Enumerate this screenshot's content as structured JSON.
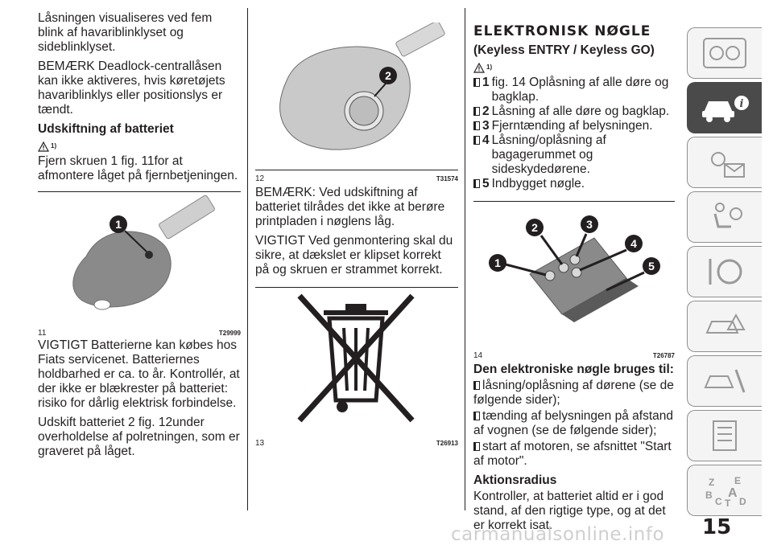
{
  "col1": {
    "intro1": "Låsningen visualiseres ved fem blink af havariblinklyset og sideblinklyset.",
    "intro2": "BEMÆRK Deadlock-centrallåsen kan ikke aktiveres, hvis køretøjets havariblinklys eller positionslys er tændt.",
    "heading": "Udskiftning af batteriet",
    "warn_ref": "1)",
    "para1": "Fjern skruen 1 fig. 11for at afmontere låget på fjernbetjeningen.",
    "fig_num": "11",
    "fig_code": "T29999",
    "fig_callout": "1",
    "para2": "VIGTIGT Batterierne kan købes hos Fiats servicenet. Batteriernes holdbarhed er ca. to år. Kontrollér, at der ikke er blækrester på batteriet: risiko for dårlig elektrisk forbindelse.",
    "para3": "Udskift batteriet 2 fig. 12under overholdelse af polretningen, som er graveret på låget."
  },
  "col2": {
    "fig12_num": "12",
    "fig12_code": "T31574",
    "fig12_callout": "2",
    "para1": "BEMÆRK: Ved udskiftning af batteriet tilrådes det ikke at berøre printpladen i nøglens låg.",
    "para2": "VIGTIGT Ved genmontering skal du sikre, at dækslet er klipset korrekt på og skruen er strammet korrekt.",
    "fig13_num": "13",
    "fig13_code": "T26913"
  },
  "col3": {
    "title": "ELEKTRONISK NØGLE",
    "subtitle": "(Keyless ENTRY / Keyless GO)",
    "warn_ref": "1)",
    "items": [
      {
        "num": "1",
        "text": "fig. 14 Oplåsning af alle døre og bagklap."
      },
      {
        "num": "2",
        "text": "Låsning af alle døre og bagklap."
      },
      {
        "num": "3",
        "text": "Fjerntænding af belysningen."
      },
      {
        "num": "4",
        "text": "Låsning/oplåsning af bagagerummet og sideskydedørene."
      },
      {
        "num": "5",
        "text": "Indbygget nøgle."
      }
    ],
    "fig14_num": "14",
    "fig14_code": "T26787",
    "fig14_callouts": [
      "1",
      "2",
      "3",
      "4",
      "5"
    ],
    "uses_heading": "Den elektroniske nøgle bruges til:",
    "uses": [
      "låsning/oplåsning af dørene (se de følgende sider);",
      "tænding af belysningen på afstand af vognen (se de følgende sider);",
      "start af motoren, se afsnittet \"Start af motor\"."
    ],
    "range_heading": "Aktionsradius",
    "range_text": "Kontroller, at batteriet altid er i god stand, af den rigtige type, og at det er korrekt isat."
  },
  "sidebar": {
    "icons": [
      "car-dashboard-icon",
      "car-info-icon",
      "lights-mail-icon",
      "seat-airbag-icon",
      "steering-key-icon",
      "car-warning-icon",
      "car-service-icon",
      "data-list-icon",
      "index-letters-icon"
    ],
    "active_index": 1,
    "index_letters": [
      "Z",
      "E",
      "B",
      "A",
      "C",
      "T",
      "D"
    ]
  },
  "page_number": "15",
  "watermark": "carmanualsonline.info",
  "colors": {
    "accent": "#4a4a4a",
    "key_body": "#8a8a8a",
    "tab_bg": "#f4f4f4"
  }
}
